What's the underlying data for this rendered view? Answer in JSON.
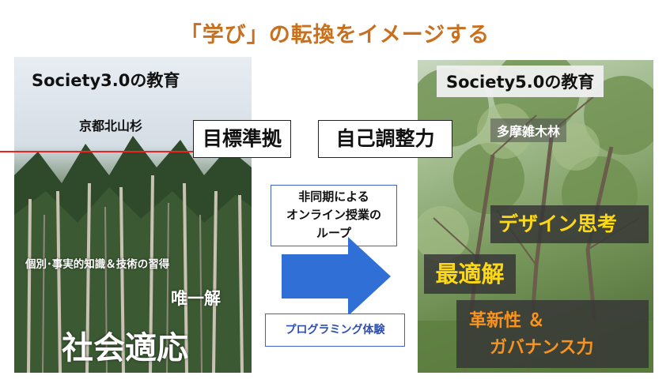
{
  "title": "「学び」の転換をイメージする",
  "left": {
    "heading": "Society3.0の教育",
    "location": "京都北山杉",
    "text_individual": "個別･事実的知識＆技術の習得",
    "text_unique": "唯一解",
    "text_society": "社会適応"
  },
  "right": {
    "heading": "Society5.0の教育",
    "location": "多摩雑木林",
    "design": "デザイン思考",
    "optimal": "最適解",
    "innovation_line1": "革新性 ＆",
    "innovation_line2": "ガバナンス力"
  },
  "center": {
    "goal_box": "目標準拠",
    "self_reg_box": "自己調整力",
    "online_line1": "非同期による",
    "online_line2": "オンライン授業の",
    "online_line3": "ループ",
    "programming": "プログラミング体験"
  },
  "colors": {
    "title": "#c8701e",
    "arrow": "#2f6fd6",
    "accent_yellow": "#ffd814",
    "accent_orange": "#f7931e",
    "red_line": "#e22222"
  }
}
